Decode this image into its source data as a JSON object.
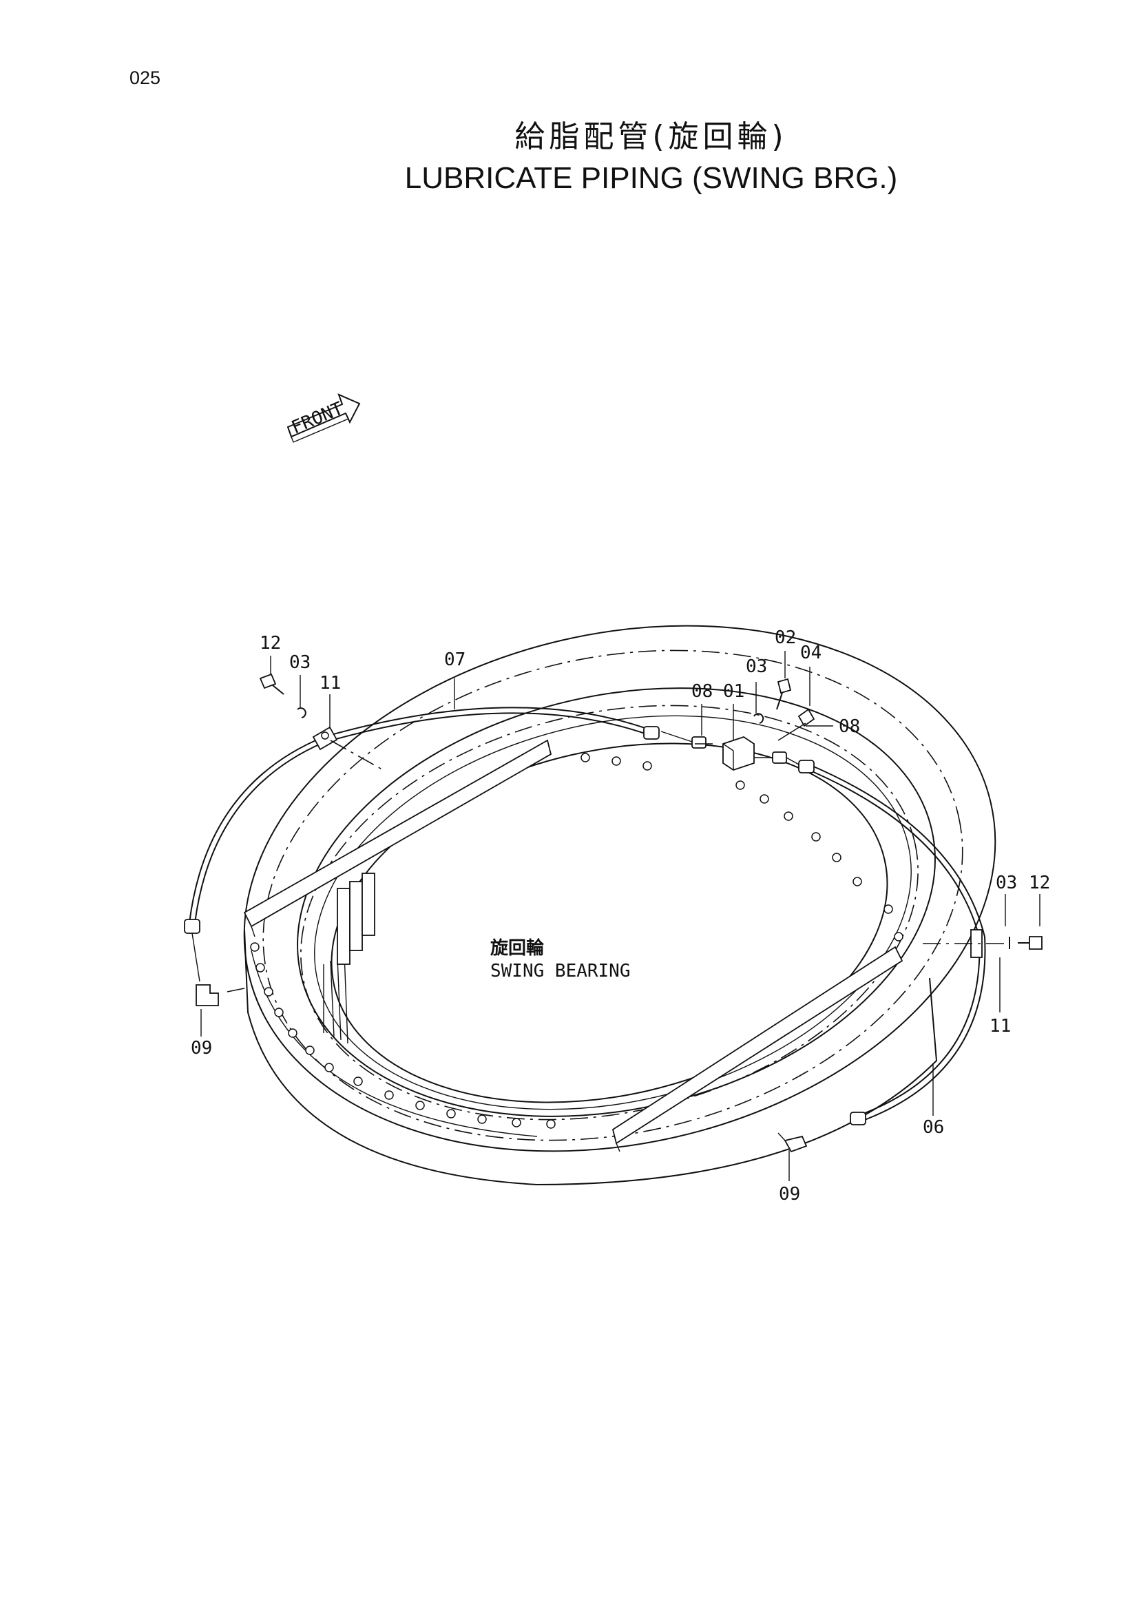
{
  "page": {
    "number": "025"
  },
  "title": {
    "japanese": "給脂配管(旋回輪)",
    "english": "LUBRICATE PIPING (SWING BRG.)"
  },
  "front_arrow": {
    "label": "FRONT"
  },
  "center_label": {
    "japanese": "旋回輪",
    "english": "SWING BEARING"
  },
  "callouts": {
    "c01": "01",
    "c02": "02",
    "c03a": "03",
    "c03b": "03",
    "c03c": "03",
    "c04": "04",
    "c06": "06",
    "c07": "07",
    "c08a": "08",
    "c08b": "08",
    "c09a": "09",
    "c09b": "09",
    "c11a": "11",
    "c11b": "11",
    "c12a": "12",
    "c12b": "12"
  }
}
